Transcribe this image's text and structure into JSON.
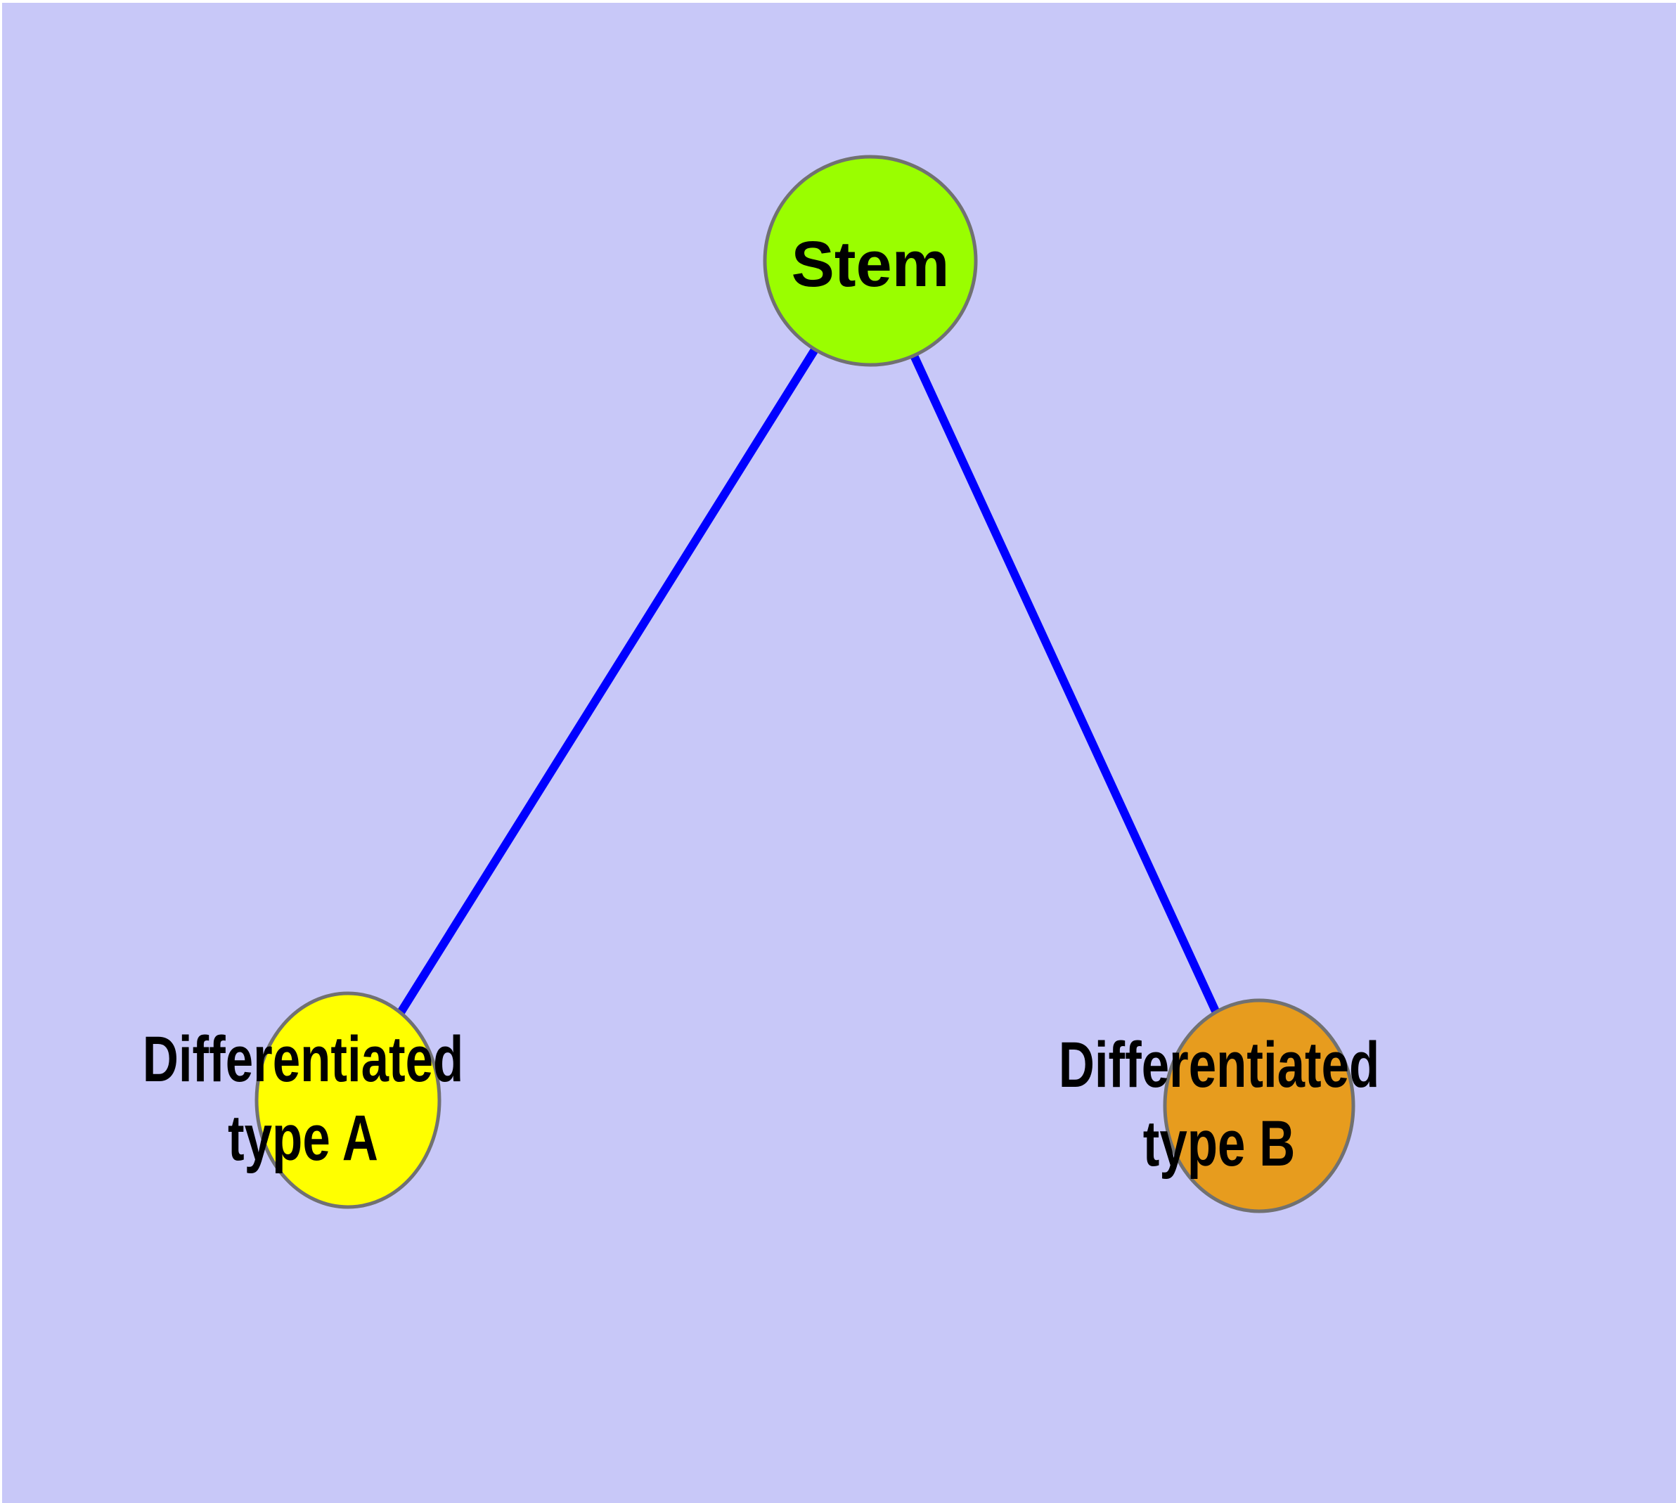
{
  "diagram": {
    "type": "graph",
    "background_color": "#C8C8F8",
    "edge_color": "#0000FF",
    "node_border_color": "#717171",
    "nodes": [
      {
        "id": "stem",
        "label": "Stem",
        "fill": "#9AFE00",
        "shape": "circle"
      },
      {
        "id": "differentiated-type-a",
        "label": "Differentiated type A",
        "lines": [
          "Differentiated",
          "type A"
        ],
        "fill": "#FFFF00",
        "shape": "circle"
      },
      {
        "id": "differentiated-type-b",
        "label": "Differentiated type B",
        "lines": [
          "Differentiated",
          "type B"
        ],
        "fill": "#E79C1E",
        "shape": "circle"
      }
    ],
    "edges": [
      {
        "from": "Stem",
        "to": "Differentiated type A"
      },
      {
        "from": "Stem",
        "to": "Differentiated type B"
      }
    ]
  }
}
